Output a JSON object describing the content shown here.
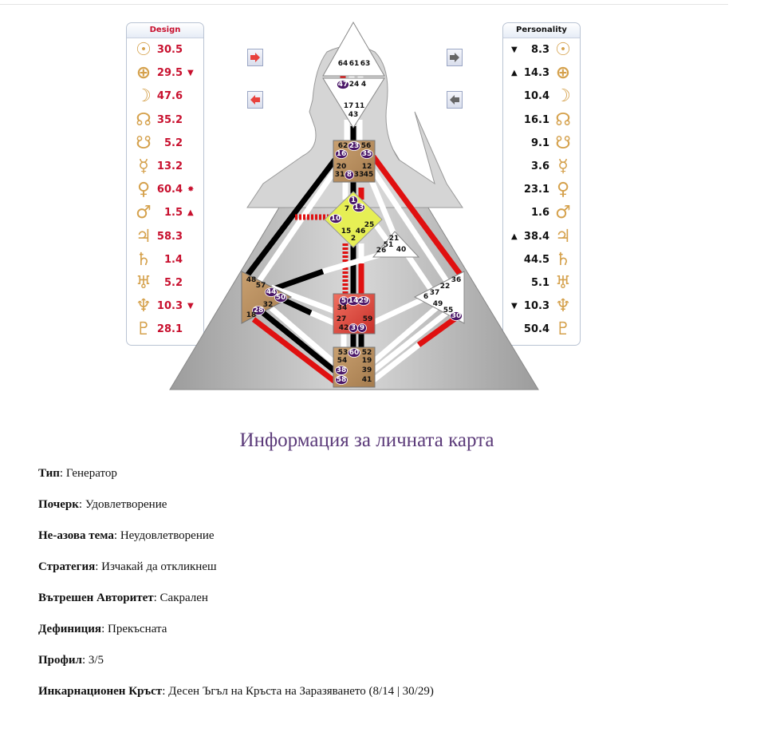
{
  "design_panel": {
    "title": "Design",
    "rows": [
      {
        "planet": "sun",
        "symbol": "☉",
        "value": "30.5",
        "marker": ""
      },
      {
        "planet": "earth",
        "symbol": "⊕",
        "value": "29.5",
        "marker": "▼"
      },
      {
        "planet": "moon",
        "symbol": "☽",
        "value": "47.6",
        "marker": ""
      },
      {
        "planet": "north-node",
        "symbol": "☊",
        "value": "35.2",
        "marker": ""
      },
      {
        "planet": "south-node",
        "symbol": "☋",
        "value": "5.2",
        "marker": ""
      },
      {
        "planet": "mercury",
        "symbol": "☿",
        "value": "13.2",
        "marker": ""
      },
      {
        "planet": "venus",
        "symbol": "♀",
        "value": "60.4",
        "marker": "✸"
      },
      {
        "planet": "mars",
        "symbol": "♂",
        "value": "1.5",
        "marker": "▲"
      },
      {
        "planet": "jupiter",
        "symbol": "♃",
        "value": "58.3",
        "marker": ""
      },
      {
        "planet": "saturn",
        "symbol": "♄",
        "value": "1.4",
        "marker": ""
      },
      {
        "planet": "uranus",
        "symbol": "♅",
        "value": "5.2",
        "marker": ""
      },
      {
        "planet": "neptune",
        "symbol": "♆",
        "value": "10.3",
        "marker": "▼"
      },
      {
        "planet": "pluto",
        "symbol": "♇",
        "value": "28.1",
        "marker": ""
      }
    ]
  },
  "personality_panel": {
    "title": "Personality",
    "rows": [
      {
        "planet": "sun",
        "symbol": "☉",
        "value": "8.3",
        "marker": "▼"
      },
      {
        "planet": "earth",
        "symbol": "⊕",
        "value": "14.3",
        "marker": "▲"
      },
      {
        "planet": "moon",
        "symbol": "☽",
        "value": "10.4",
        "marker": ""
      },
      {
        "planet": "north-node",
        "symbol": "☊",
        "value": "16.1",
        "marker": ""
      },
      {
        "planet": "south-node",
        "symbol": "☋",
        "value": "9.1",
        "marker": ""
      },
      {
        "planet": "mercury",
        "symbol": "☿",
        "value": "3.6",
        "marker": ""
      },
      {
        "planet": "venus",
        "symbol": "♀",
        "value": "23.1",
        "marker": ""
      },
      {
        "planet": "mars",
        "symbol": "♂",
        "value": "1.6",
        "marker": ""
      },
      {
        "planet": "jupiter",
        "symbol": "♃",
        "value": "38.4",
        "marker": "▲"
      },
      {
        "planet": "saturn",
        "symbol": "♄",
        "value": "44.5",
        "marker": ""
      },
      {
        "planet": "uranus",
        "symbol": "♅",
        "value": "5.1",
        "marker": ""
      },
      {
        "planet": "neptune",
        "symbol": "♆",
        "value": "10.3",
        "marker": "▼"
      },
      {
        "planet": "pluto",
        "symbol": "♇",
        "value": "50.4",
        "marker": ""
      }
    ]
  },
  "nav_buttons": {
    "design_next": "arrow-right",
    "design_prev": "arrow-left",
    "personality_next": "arrow-right",
    "personality_prev": "arrow-left"
  },
  "colors": {
    "design": "#c8102e",
    "personality": "#111111",
    "planet": "#d5a14c",
    "title": "#5b3a79",
    "gate_circle": "#4b1768",
    "sacral": "#e0483c",
    "g_center": "#e6ef55",
    "tan_center": "#b38a5a"
  },
  "bodygraph": {
    "centers": {
      "head": [
        "64",
        "61",
        "63"
      ],
      "ajna": [
        "47",
        "24",
        "4",
        "17",
        "11",
        "43"
      ],
      "throat": [
        "62",
        "23",
        "56",
        "16",
        "35",
        "20",
        "12",
        "31",
        "8",
        "33",
        "45"
      ],
      "g": [
        "1",
        "7",
        "13",
        "10",
        "25",
        "15",
        "46",
        "2"
      ],
      "heart": [
        "21",
        "51",
        "26",
        "40"
      ],
      "spleen": [
        "48",
        "57",
        "44",
        "50",
        "32",
        "28",
        "18"
      ],
      "solar_plexus": [
        "36",
        "22",
        "37",
        "6",
        "49",
        "55",
        "30"
      ],
      "sacral": [
        "5",
        "14",
        "29",
        "34",
        "27",
        "59",
        "42",
        "3",
        "9"
      ],
      "root": [
        "53",
        "60",
        "52",
        "54",
        "19",
        "38",
        "39",
        "58",
        "41"
      ]
    },
    "activated_gates": [
      "47",
      "23",
      "16",
      "35",
      "8",
      "1",
      "13",
      "10",
      "44",
      "50",
      "28",
      "30",
      "5",
      "14",
      "29",
      "3",
      "9",
      "60",
      "38",
      "58"
    ]
  },
  "info": {
    "title": "Информация за личната карта",
    "items": [
      {
        "label": "Тип",
        "value": "Генератор"
      },
      {
        "label": "Почерк",
        "value": "Удовлетворение"
      },
      {
        "label": "Не-азова тема",
        "value": "Неудовлетворение"
      },
      {
        "label": "Стратегия",
        "value": "Изчакай да откликнеш"
      },
      {
        "label": "Вътрешен Авторитет",
        "value": "Сакрален"
      },
      {
        "label": "Дефиниция",
        "value": "Прекъсната"
      },
      {
        "label": "Профил",
        "value": "3/5"
      },
      {
        "label": "Инкарнационен Кръст",
        "value": "Десен Ъгъл на Кръста на Заразяването (8/14 | 30/29)"
      }
    ]
  }
}
